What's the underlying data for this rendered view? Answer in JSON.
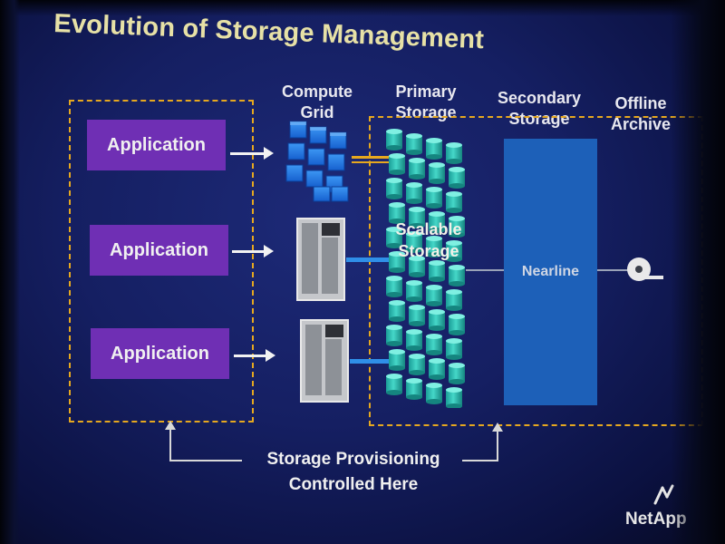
{
  "slide": {
    "title": "Evolution of Storage Management",
    "column_labels": {
      "compute_grid": [
        "Compute",
        "Grid"
      ],
      "primary_storage": [
        "Primary",
        "Storage"
      ],
      "secondary_storage": [
        "Secondary",
        "Storage"
      ],
      "offline_archive": [
        "Offline",
        "Archive"
      ]
    },
    "applications": [
      "Application",
      "Application",
      "Application"
    ],
    "scalable_storage": [
      "Scalable",
      "Storage"
    ],
    "nearline": "Nearline",
    "provisioning_note": [
      "Storage Provisioning",
      "Controlled Here"
    ],
    "logo": "NetApp"
  },
  "colors": {
    "title": "#e7e1a6",
    "application_box": "#6f2fb4",
    "dashed_border": "#e6a81f",
    "nearline": "#1d60b8",
    "cylinder": "#2fc3b6",
    "compute_cube": "#1f73e0",
    "background": "#151f62"
  },
  "icons": [
    "blade-server-icon",
    "tape-reel-icon",
    "netapp-logo-icon",
    "compute-cluster-icon",
    "disk-cylinder-icon"
  ]
}
